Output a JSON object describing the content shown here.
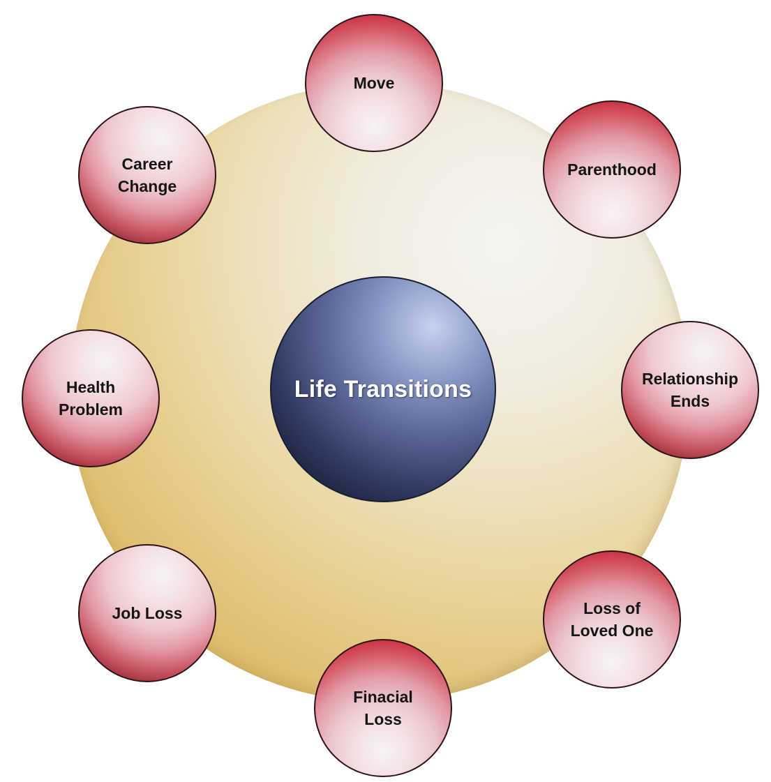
{
  "center": {
    "label": "Life Transitions"
  },
  "nodes": [
    {
      "id": "move",
      "label": "Move"
    },
    {
      "id": "parenthood",
      "label": "Parenthood"
    },
    {
      "id": "relationship-ends",
      "label": "Relationship\nEnds"
    },
    {
      "id": "loss-of-loved-one",
      "label": "Loss of\nLoved One"
    },
    {
      "id": "finacial-loss",
      "label": "Finacial\nLoss"
    },
    {
      "id": "job-loss",
      "label": "Job Loss"
    },
    {
      "id": "health-problem",
      "label": "Health\nProblem"
    },
    {
      "id": "career-change",
      "label": "Career\nChange"
    }
  ],
  "colors": {
    "background_sphere": "#e7cd8c",
    "center_sphere": "#323b63",
    "node_sphere_red": "#c51f2f",
    "node_sphere_highlight": "#f6f3f4",
    "center_text": "#ffffff",
    "node_text": "#151515"
  }
}
